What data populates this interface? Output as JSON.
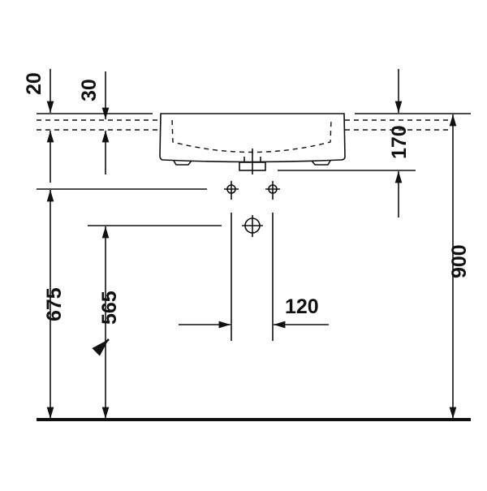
{
  "dimensions": {
    "rim_thickness": "20",
    "overflow_offset": "30",
    "drain_depth": "170",
    "rim_height": "900",
    "tap_height": "675",
    "waste_height": "565",
    "hole_spacing": "120"
  },
  "colors": {
    "line": "#111111",
    "background": "#ffffff"
  }
}
